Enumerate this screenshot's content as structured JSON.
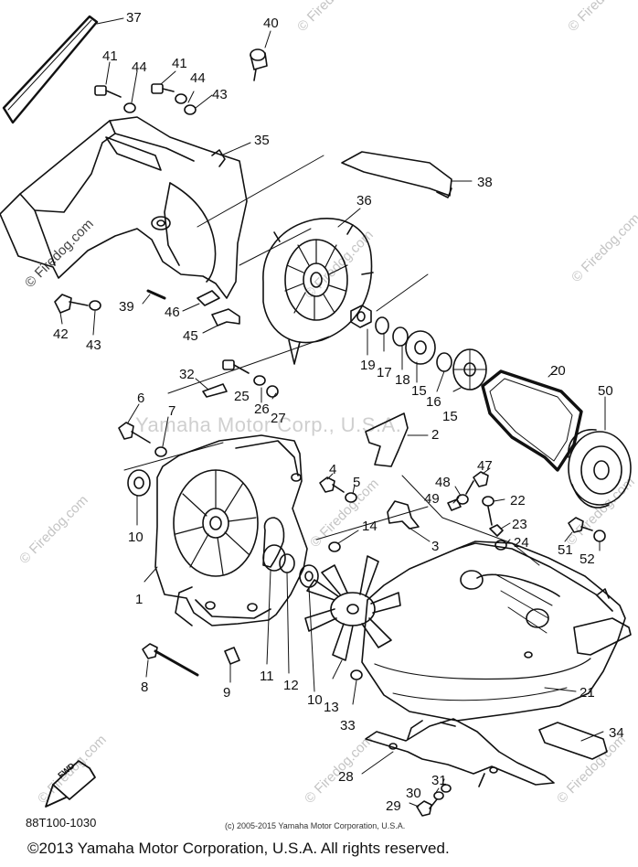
{
  "diagram": {
    "callouts": [
      {
        "id": "37",
        "t": "37"
      },
      {
        "id": "40",
        "t": "40"
      },
      {
        "id": "41a",
        "t": "41"
      },
      {
        "id": "44a",
        "t": "44"
      },
      {
        "id": "41b",
        "t": "41"
      },
      {
        "id": "44b",
        "t": "44"
      },
      {
        "id": "43a",
        "t": "43"
      },
      {
        "id": "35",
        "t": "35"
      },
      {
        "id": "38",
        "t": "38"
      },
      {
        "id": "36",
        "t": "36"
      },
      {
        "id": "42",
        "t": "42"
      },
      {
        "id": "43b",
        "t": "43"
      },
      {
        "id": "39",
        "t": "39"
      },
      {
        "id": "46",
        "t": "46"
      },
      {
        "id": "45",
        "t": "45"
      },
      {
        "id": "19",
        "t": "19"
      },
      {
        "id": "17",
        "t": "17"
      },
      {
        "id": "18",
        "t": "18"
      },
      {
        "id": "15a",
        "t": "15"
      },
      {
        "id": "16",
        "t": "16"
      },
      {
        "id": "15b",
        "t": "15"
      },
      {
        "id": "20",
        "t": "20"
      },
      {
        "id": "50",
        "t": "50"
      },
      {
        "id": "32",
        "t": "32"
      },
      {
        "id": "25",
        "t": "25"
      },
      {
        "id": "26",
        "t": "26"
      },
      {
        "id": "27",
        "t": "27"
      },
      {
        "id": "6",
        "t": "6"
      },
      {
        "id": "7",
        "t": "7"
      },
      {
        "id": "2",
        "t": "2"
      },
      {
        "id": "4",
        "t": "4"
      },
      {
        "id": "5",
        "t": "5"
      },
      {
        "id": "47",
        "t": "47"
      },
      {
        "id": "48",
        "t": "48"
      },
      {
        "id": "49",
        "t": "49"
      },
      {
        "id": "22",
        "t": "22"
      },
      {
        "id": "10a",
        "t": "10"
      },
      {
        "id": "3",
        "t": "3"
      },
      {
        "id": "14",
        "t": "14"
      },
      {
        "id": "23",
        "t": "23"
      },
      {
        "id": "24",
        "t": "24"
      },
      {
        "id": "51",
        "t": "51"
      },
      {
        "id": "52",
        "t": "52"
      },
      {
        "id": "1",
        "t": "1"
      },
      {
        "id": "11",
        "t": "11"
      },
      {
        "id": "12",
        "t": "12"
      },
      {
        "id": "10b",
        "t": "10"
      },
      {
        "id": "13",
        "t": "13"
      },
      {
        "id": "8",
        "t": "8"
      },
      {
        "id": "9",
        "t": "9"
      },
      {
        "id": "21",
        "t": "21"
      },
      {
        "id": "33",
        "t": "33"
      },
      {
        "id": "34",
        "t": "34"
      },
      {
        "id": "28",
        "t": "28"
      },
      {
        "id": "31",
        "t": "31"
      },
      {
        "id": "30",
        "t": "30"
      },
      {
        "id": "29",
        "t": "29"
      }
    ]
  },
  "watermark": {
    "firedog": "© Firedog.com",
    "yamaha": "Yamaha Motor Corp., U.S.A."
  },
  "fwd_badge": "FWD",
  "part_code": "88T100-1030",
  "small_copyright": "(c) 2005-2015 Yamaha Motor Corporation, U.S.A.",
  "footer": "©2013 Yamaha Motor Corporation, U.S.A. All rights reserved."
}
